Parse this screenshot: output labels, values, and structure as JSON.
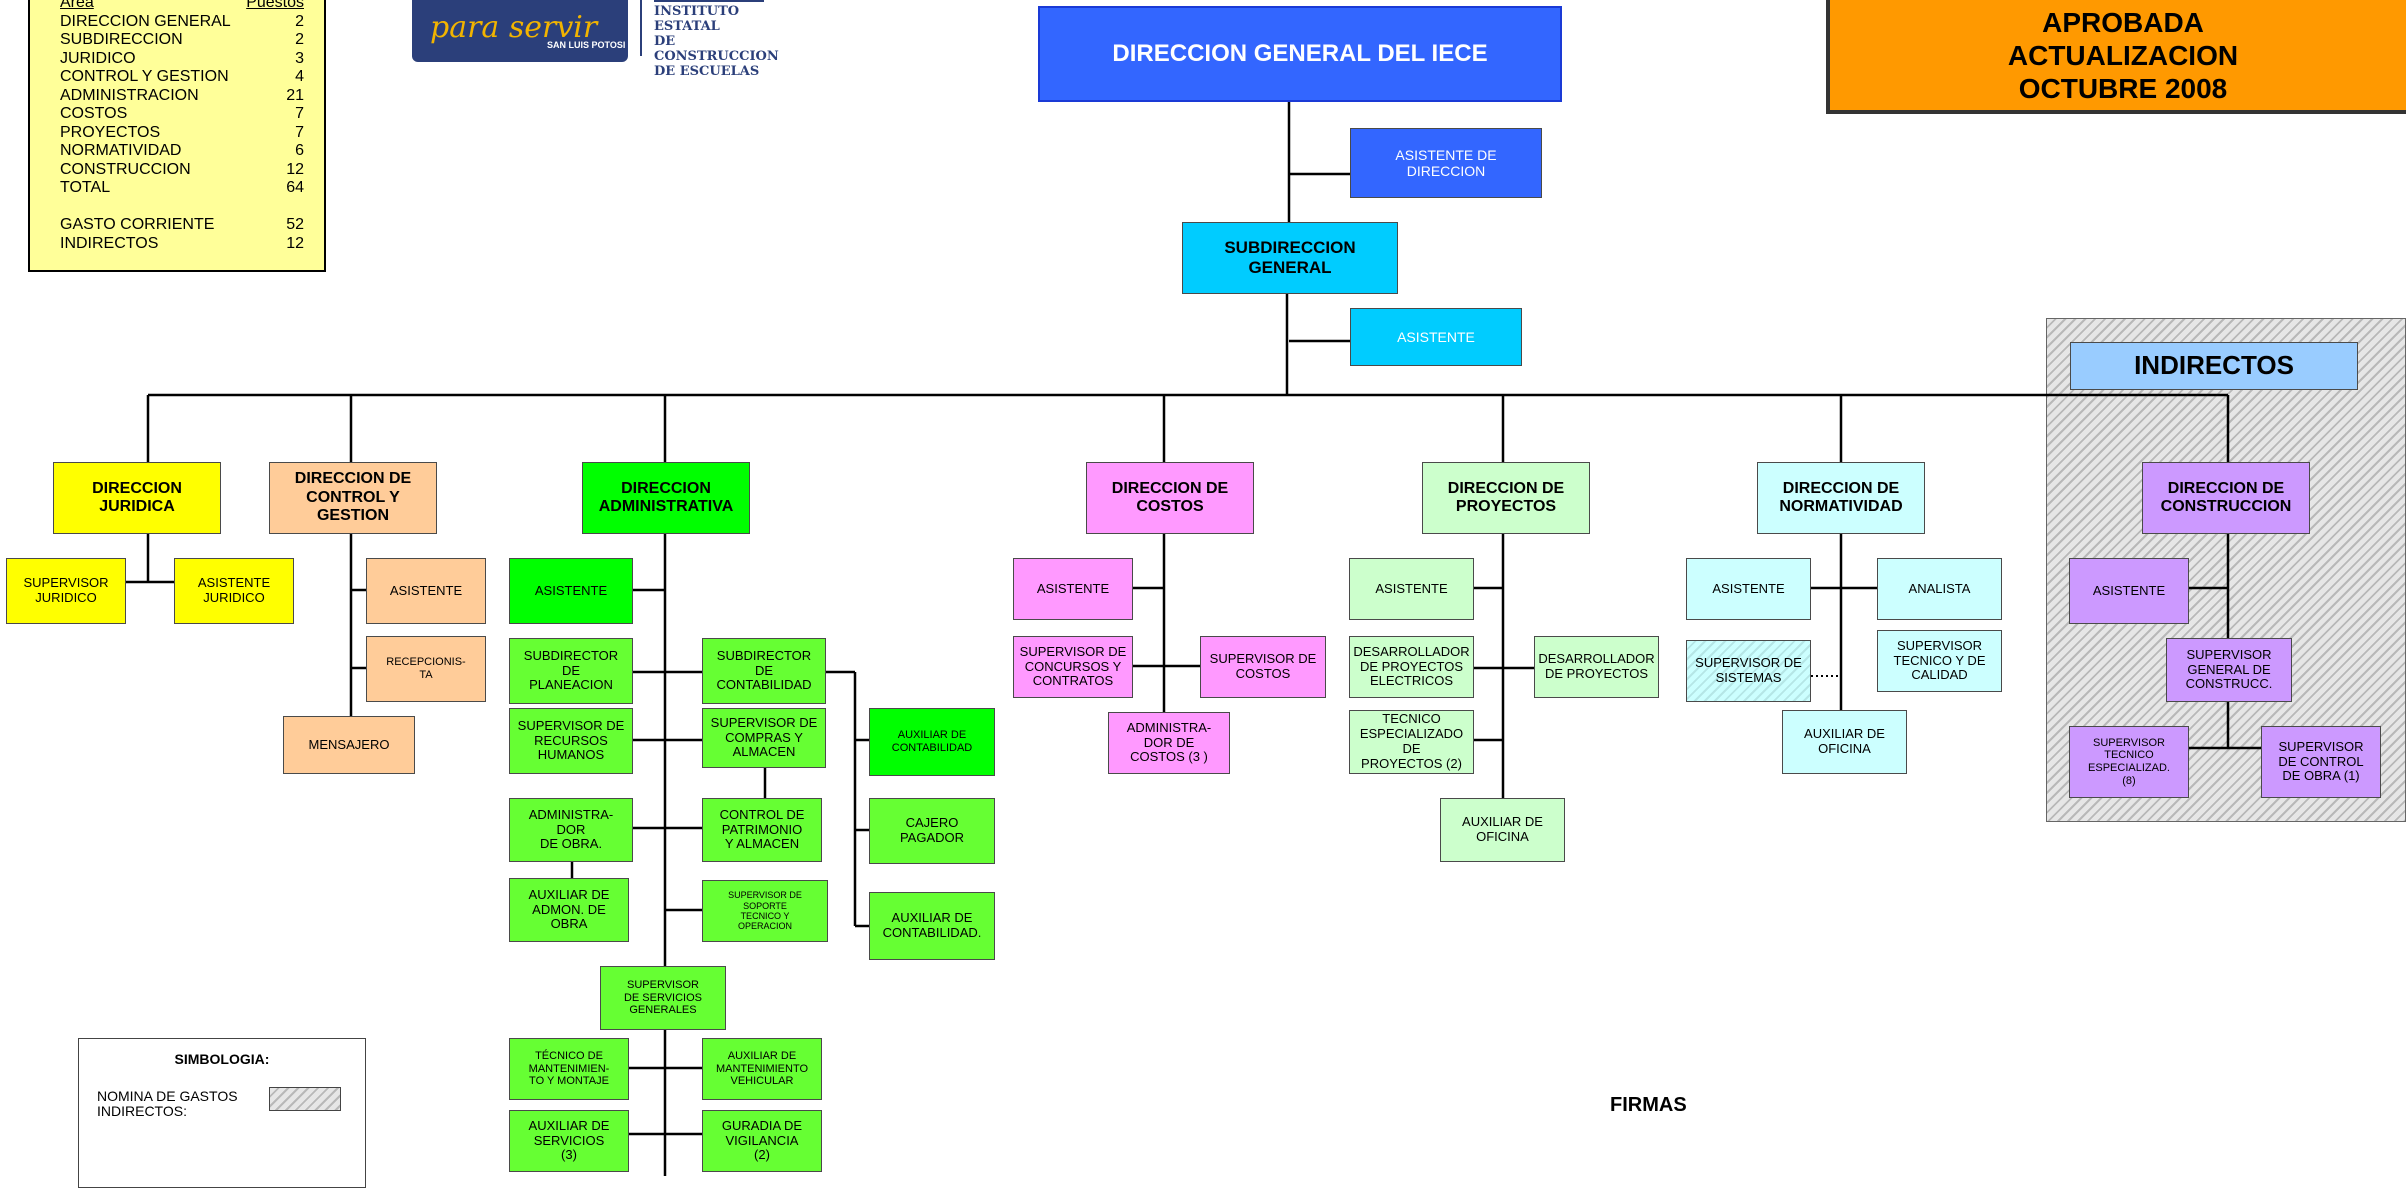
{
  "summary": {
    "header_area": "Area",
    "header_puestos": "Puestos",
    "rows": [
      {
        "label": "DIRECCION GENERAL",
        "value": "2"
      },
      {
        "label": "SUBDIRECCION",
        "value": "2"
      },
      {
        "label": "JURIDICO",
        "value": "3"
      },
      {
        "label": "CONTROL Y GESTION",
        "value": "4"
      },
      {
        "label": "ADMINISTRACION",
        "value": "21"
      },
      {
        "label": "COSTOS",
        "value": "7"
      },
      {
        "label": "PROYECTOS",
        "value": "7"
      },
      {
        "label": "NORMATIVIDAD",
        "value": "6"
      },
      {
        "label": "CONSTRUCCION",
        "value": "12"
      },
      {
        "label": "TOTAL",
        "value": "64"
      },
      {
        "label": "",
        "value": ""
      },
      {
        "label": "GASTO CORRIENTE",
        "value": "52"
      },
      {
        "label": "INDIRECTOS",
        "value": "12"
      }
    ]
  },
  "logo": {
    "script_text": "para servir",
    "place": "SAN LUIS POTOSI",
    "institute": "INSTITUTO ESTATAL\nDE CONSTRUCCION\nDE ESCUELAS"
  },
  "approved": {
    "line1": "APROBADA",
    "line2": "ACTUALIZACION",
    "line3": "OCTUBRE 2008"
  },
  "indirectos_title": "INDIRECTOS",
  "legend": {
    "title": "SIMBOLOGIA:",
    "item": "NOMINA DE GASTOS\nINDIRECTOS:"
  },
  "firmas": "FIRMAS",
  "colors": {
    "direccion_general": "#3366ff",
    "subdireccion": "#00ccff",
    "juridica": "#ffff00",
    "control_gestion": "#ffcc99",
    "administrativa": "#66ff33",
    "costos": "#ff99ff",
    "proyectos": "#ccffcc",
    "normatividad": "#ccffff",
    "construccion": "#cc99ff",
    "indirectos_header": "#99ccff",
    "approved_banner": "#ff9900",
    "summary_panel": "#ffff99"
  },
  "nodes": {
    "dg": "DIRECCION GENERAL DEL IECE",
    "asist_dir": "ASISTENTE DE\nDIRECCION",
    "subdir": "SUBDIRECCION GENERAL",
    "asist_sub": "ASISTENTE",
    "dir_jur": "DIRECCION\nJURIDICA",
    "sup_jur": "SUPERVISOR\nJURIDICO",
    "asist_jur": "ASISTENTE\nJURIDICO",
    "dir_cg": "DIRECCION DE\nCONTROL Y\nGESTION",
    "asist_cg": "ASISTENTE",
    "recep": "RECEPCIONIS-\nTA",
    "mensajero": "MENSAJERO",
    "dir_adm": "DIRECCION\nADMINISTRATIVA",
    "asist_adm": "ASISTENTE",
    "subdir_plan": "SUBDIRECTOR DE\nPLANEACION",
    "sup_rh": "SUPERVISOR DE\nRECURSOS\nHUMANOS",
    "adm_obra": "ADMINISTRA-\nDOR\nDE OBRA.",
    "aux_adm_obra": "AUXILIAR DE\nADMON. DE\nOBRA",
    "subdir_cont": "SUBDIRECTOR DE\nCONTABILIDAD",
    "sup_compras": "SUPERVISOR DE\nCOMPRAS Y\nALMACEN",
    "control_pat": "CONTROL DE\nPATRIMONIO\nY ALMACEN",
    "sup_soporte": "SUPERVISOR DE\nSOPORTE\nTECNICO Y\nOPERACION",
    "aux_cont1": "AUXILIAR DE\nCONTABILIDAD",
    "cajero": "CAJERO\nPAGADOR",
    "aux_cont2": "AUXILIAR DE\nCONTABILIDAD.",
    "sup_serv_gen": "SUPERVISOR\nDE SERVICIOS\nGENERALES",
    "tec_mant": "TÉCNICO DE\nMANTENIMIEN-\nTO Y MONTAJE",
    "aux_mant_veh": "AUXILIAR DE\nMANTENIMIENTO\nVEHICULAR",
    "aux_serv": "AUXILIAR DE\nSERVICIOS\n(3)",
    "guardia": "GURADIA DE\nVIGILANCIA\n(2)",
    "dir_costos": "DIRECCION DE\nCOSTOS",
    "asist_costos": "ASISTENTE",
    "sup_concursos": "SUPERVISOR DE\nCONCURSOS Y\nCONTRATOS",
    "sup_costos": "SUPERVISOR DE\nCOSTOS",
    "adm_costos": "ADMINISTRA-\nDOR DE\nCOSTOS (3 )",
    "dir_proy": "DIRECCION DE\nPROYECTOS",
    "asist_proy": "ASISTENTE",
    "des_elec": "DESARROLLADOR\nDE PROYECTOS\nELECTRICOS",
    "des_proy": "DESARROLLADOR\nDE PROYECTOS",
    "tec_esp_proy": "TECNICO\nESPECIALIZADO DE\nPROYECTOS (2)",
    "aux_of_proy": "AUXILIAR DE\nOFICINA",
    "dir_norm": "DIRECCION DE\nNORMATIVIDAD",
    "asist_norm": "ASISTENTE",
    "analista": "ANALISTA",
    "sup_sistemas": "SUPERVISOR DE\nSISTEMAS",
    "sup_tec_cal": "SUPERVISOR\nTECNICO Y DE\nCALIDAD",
    "aux_of_norm": "AUXILIAR DE\nOFICINA",
    "dir_const": "DIRECCION DE\nCONSTRUCCION",
    "asist_const": "ASISTENTE",
    "sup_gen_const": "SUPERVISOR\nGENERAL DE\nCONSTRUCC.",
    "sup_tec_esp": "SUPERVISOR\nTECNICO\nESPECIALIZAD.\n(8)",
    "sup_control_obra": "SUPERVISOR\nDE CONTROL\nDE OBRA (1)"
  }
}
